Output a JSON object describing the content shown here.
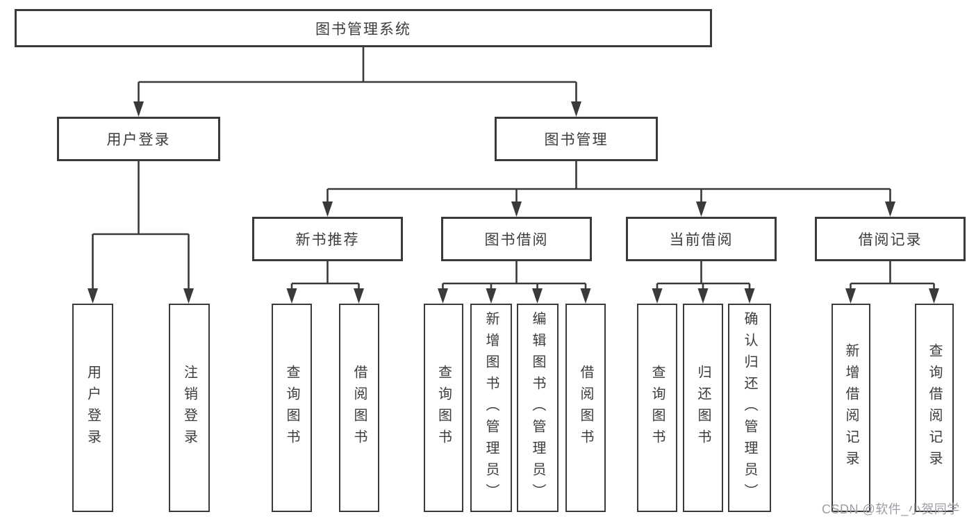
{
  "diagram": {
    "root": {
      "label": "图书管理系统"
    },
    "level2": {
      "user_login": {
        "label": "用户登录"
      },
      "book_management": {
        "label": "图书管理"
      }
    },
    "level3": {
      "new_books": {
        "label": "新书推荐"
      },
      "book_borrow": {
        "label": "图书借阅"
      },
      "current_borrow": {
        "label": "当前借阅"
      },
      "borrow_records": {
        "label": "借阅记录"
      }
    },
    "leaves": {
      "user_login": [
        "用户登录",
        "注销登录"
      ],
      "new_books": [
        "查询图书",
        "借阅图书"
      ],
      "book_borrow": [
        "查询图书",
        "新增图书（管理员）",
        "编辑图书（管理员）",
        "借阅图书"
      ],
      "current_borrow": [
        "查询图书",
        "归还图书",
        "确认归还（管理员）"
      ],
      "borrow_records": [
        "新增借阅记录",
        "查询借阅记录"
      ]
    },
    "watermark": "CSDN @软件_小贺同学",
    "colors": {
      "line": "#3a3a3a",
      "text": "#3c3c3c",
      "background": "#ffffff",
      "watermark": "#9d9da5"
    }
  }
}
